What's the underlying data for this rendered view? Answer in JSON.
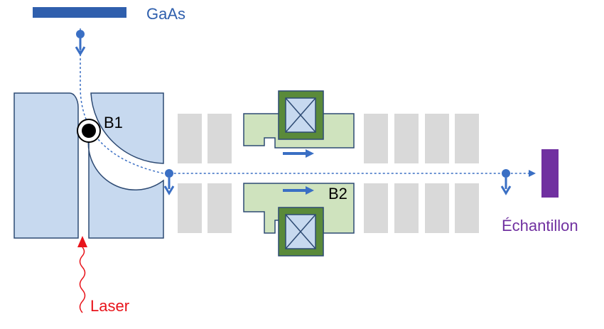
{
  "labels": {
    "source": "GaAs",
    "bend_magnet": "B1",
    "field_coil": "B2",
    "target": "Échantillon",
    "laser": "Laser"
  },
  "colors": {
    "beam": "#3a6fc4",
    "source_plate": "#2f5fad",
    "pole_fill": "#c7d9ef",
    "pole_stroke": "#2d4a73",
    "yoke_fill": "#cfe3be",
    "coil_fill": "#5a8a3a",
    "coil_inner": "#c7d9ef",
    "lens_fill": "#d9d9d9",
    "target_fill": "#7030a0",
    "laser": "#e8141b",
    "label_blue": "#2f5fad",
    "label_black": "#000000"
  }
}
